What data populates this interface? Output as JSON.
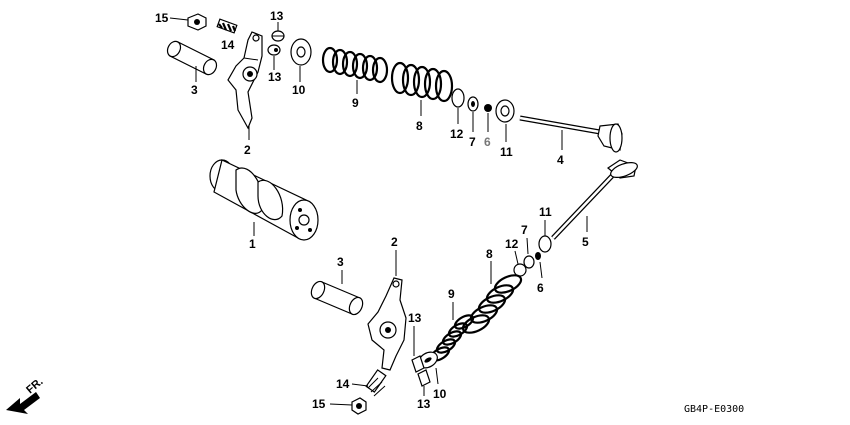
{
  "diagram": {
    "code": "GB4P-E0300",
    "direction_label": "FR.",
    "labels": {
      "upper": {
        "p15": "15",
        "p14": "14",
        "p13a": "13",
        "p13b": "13",
        "p3": "3",
        "p10": "10",
        "p9": "9",
        "p8": "8",
        "p2": "2",
        "p12": "12",
        "p7": "7",
        "p6": "6",
        "p11": "11",
        "p4": "4",
        "p1": "1"
      },
      "lower": {
        "p2": "2",
        "p3": "3",
        "p8": "8",
        "p7": "7",
        "p12": "12",
        "p11": "11",
        "p5": "5",
        "p6": "6",
        "p9": "9",
        "p13a": "13",
        "p14": "14",
        "p10": "10",
        "p15": "15",
        "p13b": "13"
      }
    }
  }
}
